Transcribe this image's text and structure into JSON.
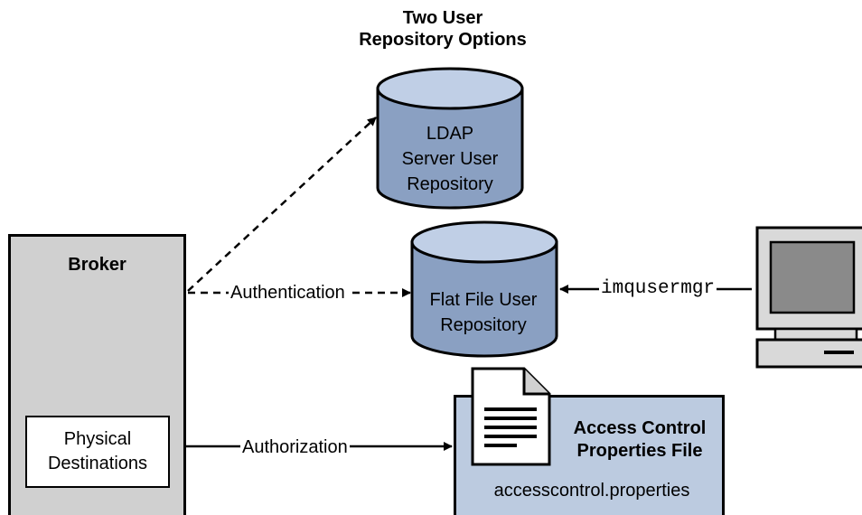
{
  "title": [
    "Two User",
    "Repository Options"
  ],
  "broker": {
    "label": "Broker",
    "physical_destinations": [
      "Physical",
      "Destinations"
    ]
  },
  "repositories": {
    "ldap": [
      "LDAP",
      "Server User",
      "Repository"
    ],
    "flat_file": [
      "Flat File User",
      "Repository"
    ]
  },
  "edges": {
    "authentication": "Authentication",
    "authorization": "Authorization",
    "tool": "imqusermgr"
  },
  "access_control": {
    "title": [
      "Access Control",
      "Properties File"
    ],
    "filename": "accesscontrol.properties"
  },
  "colors": {
    "database_fill": "#8aa0c2",
    "database_top": "#c0cfe6",
    "gear": "#5b6f94",
    "broker_fill": "#d0d0d0",
    "acl_fill": "#bccbe0",
    "monitor_screen": "#8a8a8a",
    "computer_body": "#d9d9d9"
  }
}
